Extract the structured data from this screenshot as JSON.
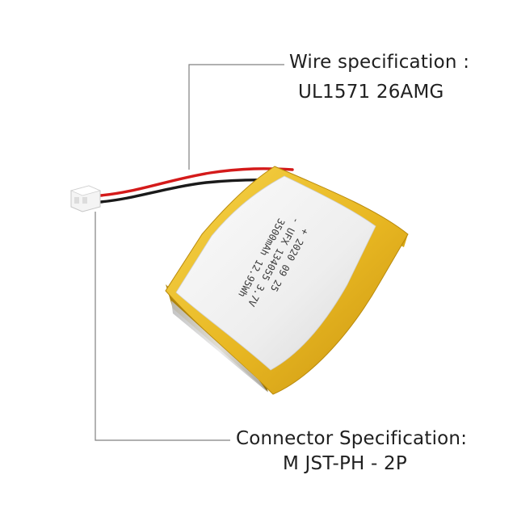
{
  "wire_callout": {
    "title": "Wire specification :",
    "value": "UL1571  26AMG"
  },
  "connector_callout": {
    "title": "Connector Specification:",
    "value": "M JST-PH - 2P"
  },
  "battery_label": {
    "lines": [
      "+ 2020 09 25",
      "- UFX 134055 3.7V",
      "3500mAh 12.95Wh"
    ]
  },
  "colors": {
    "callout_line": "#808080",
    "text": "#1f1f1f",
    "battery_wrap": "#e8b722",
    "battery_label": "#f3f3f3",
    "wire_red": "#d41a1a",
    "wire_black": "#1a1a1a"
  }
}
